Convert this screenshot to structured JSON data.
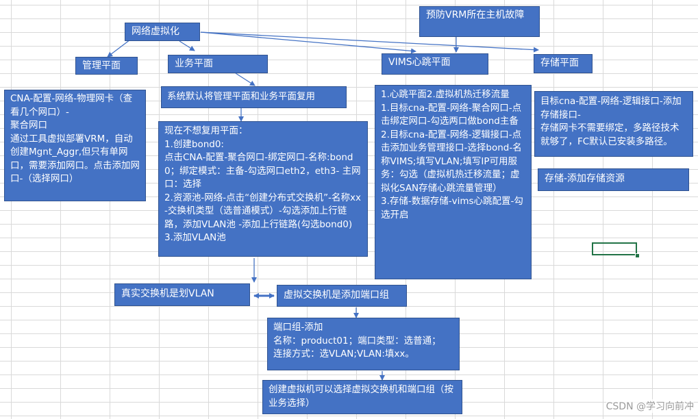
{
  "diagram": {
    "root": "网络虚拟化",
    "prevent_vrm": "预防VRM所在主机故障",
    "mgmt_plane": "管理平面",
    "business_plane": "业务平面",
    "vims_plane": "VIMS心跳平面",
    "storage_plane": "存储平面",
    "mgmt_detail": "CNA-配置-网络-物理网卡（查看几个网口）-\n聚合网口\n通过工具虚拟部署VRM，自动创建Mgnt_Aggr,但只有单网口，需要添加网口。点击添加网口-（选择网口）",
    "default_reuse": "系统默认将管理平面和业务平面复用",
    "no_reuse": "现在不想复用平面：\n1.创建bond0:\n点击CNA-配置-聚合网口-绑定网口-名称:bond0；绑定模式：主备-勾选网口eth2，eth3- 主网口：选择\n2.资源池-网络-点击“创建分布式交换机”-名称xx-交换机类型（选普通模式）-勾选添加上行链路，添加VLAN池 -添加上行链路(勾选bond0)\n3.添加VLAN池",
    "vims_detail": "1.心跳平面2.虚拟机热迁移流量\n1.目标cna-配置-网络-聚合网口-点击绑定网口-勾选两口做bond主备\n2.目标cna-配置-网络-逻辑接口-点击添加业务管理接口-选择bond-名称VIMS;填写VLAN;填写IP可用服务：勾选（虚拟机热迁移流量；虚拟化SAN存储心跳流量管理）\n3.存储-数据存储-vims心跳配置-勾选开启",
    "storage_detail": "目标cna-配置-网络-逻辑接口-添加存储接口-\n存储网卡不需要绑定，多路径技术就够了，FC默认已安装多路径。",
    "storage_add": "存储-添加存储资源",
    "real_switch": "真实交换机是划VLAN",
    "virtual_switch": "虚拟交换机是添加端口组",
    "port_group": "端口组-添加\n名称：product01；端口类型：选普通；\n连接方式：选VLAN;VLAN:填xx。",
    "create_vm": "创建虚拟机可以选择虚拟交换机和端口组（按业务选择）"
  },
  "watermark": "CSDN @学习向前冲",
  "colors": {
    "box_fill": "#4472c4",
    "box_border": "#2f528f",
    "text": "#ffffff",
    "arrow": "#4472c4"
  }
}
